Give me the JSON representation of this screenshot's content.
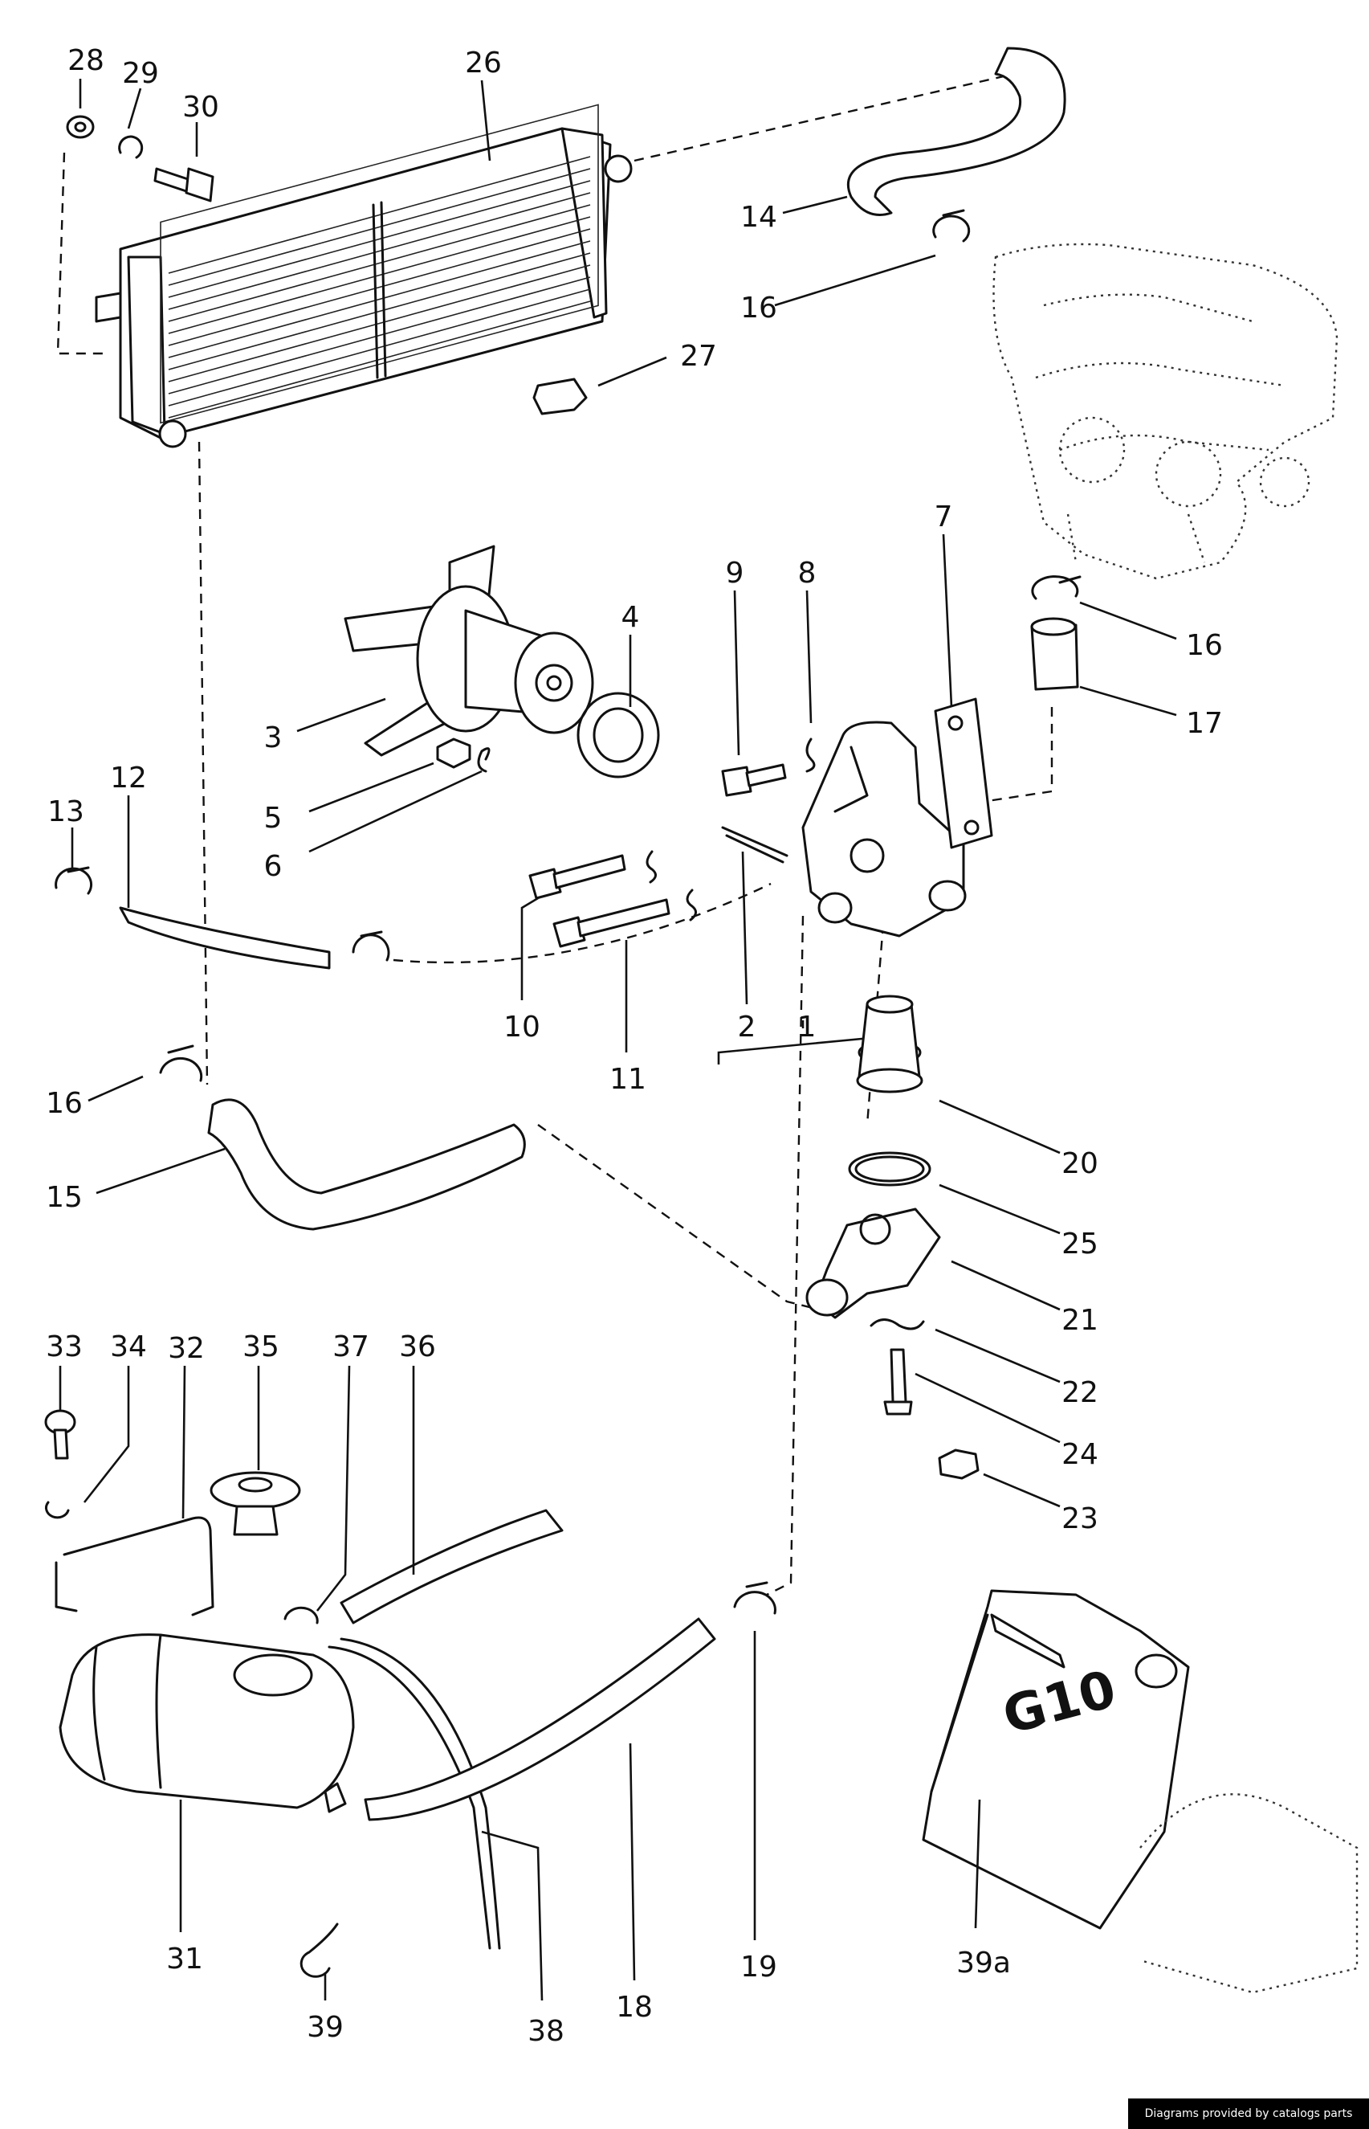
{
  "callouts": [
    {
      "id": "c28",
      "text": "28"
    },
    {
      "id": "c29",
      "text": "29"
    },
    {
      "id": "c30",
      "text": "30"
    },
    {
      "id": "c26",
      "text": "26"
    },
    {
      "id": "c14",
      "text": "14"
    },
    {
      "id": "c16a",
      "text": "16"
    },
    {
      "id": "c27",
      "text": "27"
    },
    {
      "id": "c7",
      "text": "7"
    },
    {
      "id": "c9",
      "text": "9"
    },
    {
      "id": "c8",
      "text": "8"
    },
    {
      "id": "c4",
      "text": "4"
    },
    {
      "id": "c16b",
      "text": "16"
    },
    {
      "id": "c17",
      "text": "17"
    },
    {
      "id": "c3",
      "text": "3"
    },
    {
      "id": "c5",
      "text": "5"
    },
    {
      "id": "c6",
      "text": "6"
    },
    {
      "id": "c13",
      "text": "13"
    },
    {
      "id": "c12",
      "text": "12"
    },
    {
      "id": "c10",
      "text": "10"
    },
    {
      "id": "c11",
      "text": "11"
    },
    {
      "id": "c2",
      "text": "2"
    },
    {
      "id": "c1",
      "text": "1"
    },
    {
      "id": "c16c",
      "text": "16"
    },
    {
      "id": "c15",
      "text": "15"
    },
    {
      "id": "c20",
      "text": "20"
    },
    {
      "id": "c25",
      "text": "25"
    },
    {
      "id": "c21",
      "text": "21"
    },
    {
      "id": "c22",
      "text": "22"
    },
    {
      "id": "c24",
      "text": "24"
    },
    {
      "id": "c23",
      "text": "23"
    },
    {
      "id": "c33",
      "text": "33"
    },
    {
      "id": "c34",
      "text": "34"
    },
    {
      "id": "c32",
      "text": "32"
    },
    {
      "id": "c35",
      "text": "35"
    },
    {
      "id": "c37",
      "text": "37"
    },
    {
      "id": "c36",
      "text": "36"
    },
    {
      "id": "c31",
      "text": "31"
    },
    {
      "id": "c38",
      "text": "38"
    },
    {
      "id": "c18",
      "text": "18"
    },
    {
      "id": "c19",
      "text": "19"
    },
    {
      "id": "c39",
      "text": "39"
    },
    {
      "id": "c39a",
      "text": "39a"
    }
  ],
  "canister_marking": "G10",
  "credit": "Diagrams provided by catalogs parts",
  "colors": {
    "ink": "#111111",
    "background": "#ffffff",
    "credit_bg": "#000000"
  }
}
